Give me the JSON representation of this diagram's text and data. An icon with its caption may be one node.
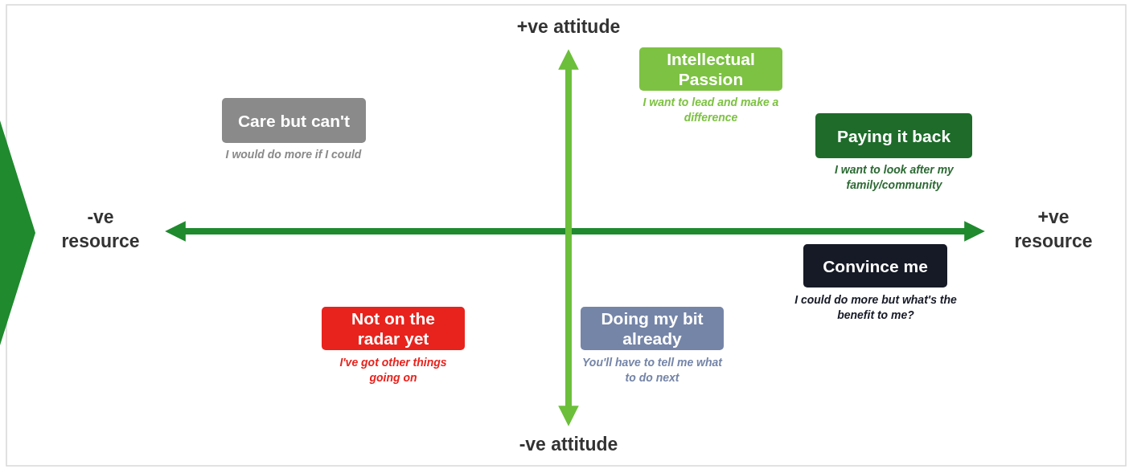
{
  "diagram": {
    "nodes": [
      {
        "text": [
          "Care but can't"
        ],
        "beside": [
          "I would do more if I could"
        ]
      },
      {
        "text": [
          "Intellectual Passion"
        ],
        "beside": [
          "I want to lead and make a difference"
        ]
      },
      {
        "text": [
          "Paying it back"
        ],
        "beside": [
          "I want to look after my family/community"
        ]
      },
      {
        "text": [
          "Convince me"
        ],
        "beside": [
          "I could do more but what's the benefit to me?"
        ]
      },
      {
        "text": [
          "Not on the radar yet"
        ],
        "beside": [
          "I've got other things going on"
        ]
      },
      {
        "text": [
          "Doing my bit already"
        ],
        "beside": [
          "You'll have to tell me what to do next"
        ]
      },
      {
        "text": [],
        "shape": "chevron"
      }
    ],
    "labels": [
      "+ve attitude",
      "-ve resource",
      "+ve resource",
      "-ve attitude"
    ]
  }
}
